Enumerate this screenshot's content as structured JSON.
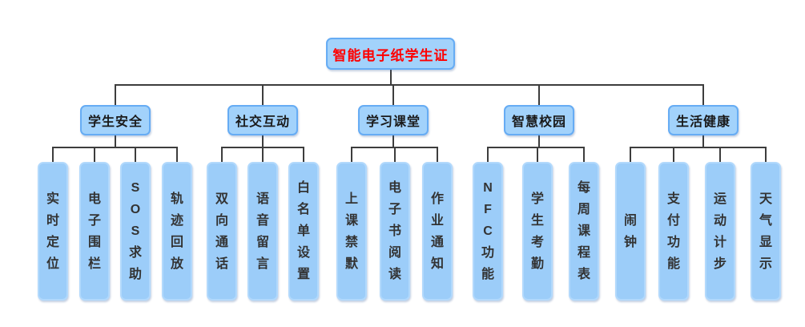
{
  "root": {
    "label": "智能电子纸学生证"
  },
  "groups": [
    {
      "label": "学生安全",
      "children": [
        "实时定位",
        "电子围栏",
        "SOS求助",
        "轨迹回放"
      ]
    },
    {
      "label": "社交互动",
      "children": [
        "双向通话",
        "语音留言",
        "白名单设置"
      ]
    },
    {
      "label": "学习课堂",
      "children": [
        "上课禁默",
        "电子书阅读",
        "作业通知"
      ]
    },
    {
      "label": "智慧校园",
      "children": [
        "NFC功能",
        "学生考勤",
        "每周课程表"
      ]
    },
    {
      "label": "生活健康",
      "children": [
        "闹钟",
        "支付功能",
        "运动计步",
        "天气显示"
      ]
    }
  ],
  "colors": {
    "root_text": "#ff0000",
    "category_text": "#1a1a1a",
    "leaf_text": "#333333",
    "node_fill": "#a2d2fb",
    "node_border": "#66acf4",
    "leaf_fill": "#9ccdf9",
    "leaf_border": "#b2d9fc",
    "connector": "#3d3d3d",
    "background": "#ffffff"
  }
}
